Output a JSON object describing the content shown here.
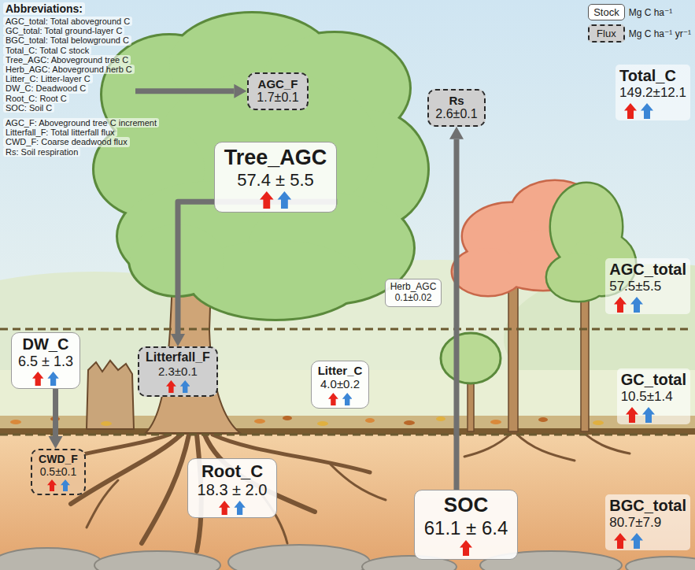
{
  "diagram": {
    "nodes": [
      {
        "text": [
          "AGC_F",
          "1.7±0.1"
        ]
      },
      {
        "text": [
          "Rs",
          "2.6±0.1"
        ]
      },
      {
        "text": [
          "Tree_AGC",
          "57.4 ± 5.5"
        ]
      },
      {
        "text": [
          "Herb_AGC",
          "0.1±0.02"
        ]
      },
      {
        "text": [
          "DW_C",
          "6.5 ± 1.3"
        ]
      },
      {
        "text": [
          "Litterfall_F",
          "2.3±0.1"
        ]
      },
      {
        "text": [
          "Litter_C",
          "4.0±0.2"
        ]
      },
      {
        "text": [
          "CWD_F",
          "0.5±0.1"
        ]
      },
      {
        "text": [
          "Root_C",
          "18.3 ± 2.0"
        ]
      },
      {
        "text": [
          "SOC",
          "61.1 ± 6.4"
        ]
      }
    ],
    "edges": [
      {
        "from": 2,
        "to": 5,
        "arrow": "to"
      },
      {
        "from": 9,
        "to": 1,
        "arrow": "to"
      },
      {
        "from": 4,
        "to": 7,
        "arrow": "to"
      }
    ],
    "labels": [
      "Abbreviations:",
      "AGC_total: Total aboveground C",
      "GC_total: Total ground-layer C",
      "BGC_total: Total belowground C",
      "Total_C: Total C stock",
      "Tree_AGC: Aboveground tree C",
      "Herb_AGC: Aboveground herb C",
      "Litter_C: Litter-layer C",
      "DW_C: Deadwood C",
      "Root_C: Root C",
      "SOC: Soil C",
      "AGC_F: Aboveground tree C increment",
      "Litterfall_F: Total litterfall flux",
      "CWD_F: Coarse deadwood flux",
      "Rs: Soil respiration",
      "Mg C ha⁻¹",
      "Mg C ha⁻¹ yr⁻¹",
      "Total_C",
      "149.2±12.1",
      "AGC_total",
      "57.5±5.5",
      "GC_total",
      "10.5±1.4",
      "BGC_total",
      "80.7±7.9"
    ],
    "legend": [
      {
        "text": "Stock"
      },
      {
        "text": "Flux"
      }
    ]
  }
}
